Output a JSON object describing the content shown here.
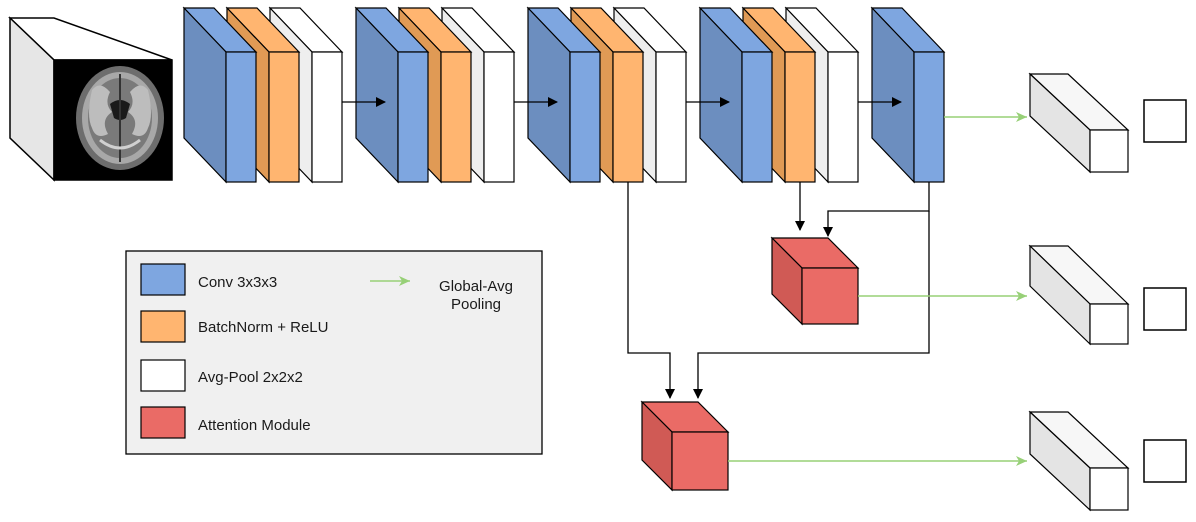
{
  "legend": {
    "conv_label": "Conv 3x3x3",
    "batchnorm_label": "BatchNorm + ReLU",
    "avgpool_label": "Avg-Pool 2x2x2",
    "attention_label": "Attention Module",
    "gap_label_line1": "Global-Avg",
    "gap_label_line2": "Pooling"
  },
  "colors": {
    "conv_front": "#7ea6e0",
    "conv_side": "#6c8ebf",
    "batchnorm_front": "#ffb570",
    "batchnorm_side": "#e09a55",
    "avgpool_front": "#ffffff",
    "avgpool_side": "#eeeeee",
    "attention_front": "#ea6b66",
    "attention_side": "#d05a55",
    "gap_arrow": "#97d077",
    "legend_background": "#f0f0f0",
    "arrow": "#000000"
  },
  "icons": {
    "input_volume": "brain-mri-volume-icon"
  }
}
